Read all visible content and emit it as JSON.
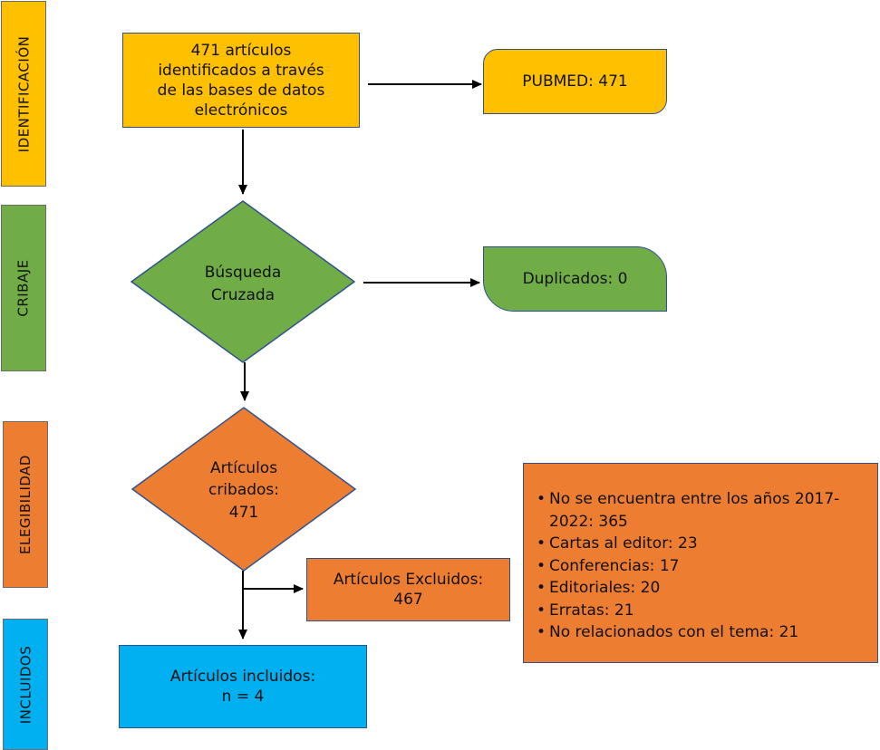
{
  "stages": {
    "identificacion": "IDENTIFICACIÓN",
    "cribaje": "CRIBAJE",
    "elegibilidad": "ELEGIBILIDAD",
    "incluidos": "INCLUIDOS"
  },
  "identified_box": [
    "471 artículos",
    "identificados a través",
    "de las bases de datos",
    "electrónicos"
  ],
  "pubmed_box": "PUBMED: 471",
  "cross_search": [
    "Búsqueda",
    "Cruzada"
  ],
  "duplicates_box": "Duplicados: 0",
  "screened": [
    "Artículos",
    "cribados:",
    "471"
  ],
  "excluded_box": [
    "Artículos Excluidos:",
    "467"
  ],
  "exclusion_reasons": [
    [
      "No se encuentra entre los años 2017-",
      "2022: 365"
    ],
    [
      "Cartas al editor: 23"
    ],
    [
      "Conferencias: 17"
    ],
    [
      "Editoriales: 20"
    ],
    [
      "Erratas: 21"
    ],
    [
      "No relacionados con el tema: 21"
    ]
  ],
  "bullet": "•",
  "included_box": [
    "Artículos incluidos:",
    "n = 4"
  ],
  "colors": {
    "yellow": "#FFC000",
    "green": "#70AD47",
    "orange": "#ED7D31",
    "blue": "#00B0F0",
    "stroke": "#2F528F"
  }
}
